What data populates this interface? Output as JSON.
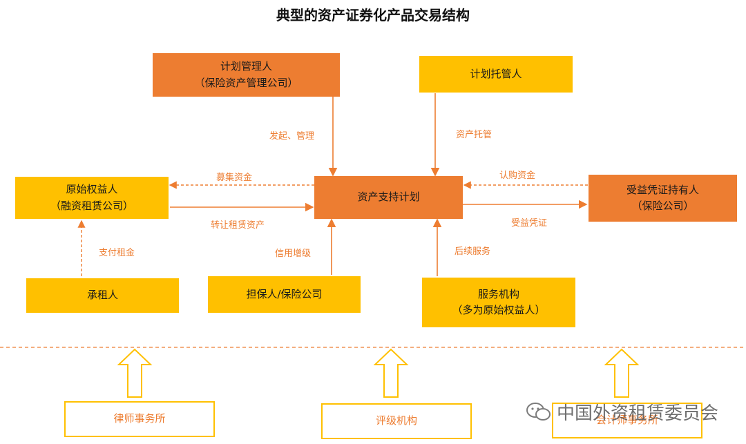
{
  "title": "典型的资产证券化产品交易结构",
  "boxes": {
    "plan_manager": {
      "line1": "计划管理人",
      "line2": "（保险资产管理公司）"
    },
    "plan_custodian": {
      "line1": "计划托管人"
    },
    "original_beneficiary": {
      "line1": "原始权益人",
      "line2": "（融资租赁公司）"
    },
    "asset_support_plan": {
      "line1": "资产支持计划"
    },
    "certificate_holder": {
      "line1": "受益凭证持有人",
      "line2": "（保险公司）"
    },
    "lessee": {
      "line1": "承租人"
    },
    "guarantor": {
      "line1": "担保人/保险公司"
    },
    "service_agency": {
      "line1": "服务机构",
      "line2": "（多为原始权益人）"
    },
    "law_firm": {
      "line1": "律师事务所"
    },
    "rating_agency": {
      "line1": "评级机构"
    },
    "accounting_firm": {
      "line1": "会计师事务所"
    }
  },
  "labels": {
    "initiate_manage": "发起、管理",
    "asset_custody": "资产托管",
    "raise_funds": "募集资金",
    "subscribe_funds": "认购资金",
    "transfer_assets": "转让租赁资产",
    "beneficiary_certificate": "受益凭证",
    "pay_rent": "支付租金",
    "credit_enhancement": "信用增级",
    "followup_service": "后续服务"
  },
  "watermark": "中国外资租赁委员会",
  "colors": {
    "orange": "#ed7d31",
    "yellow": "#ffc000",
    "dashed_line": "#ed7d31"
  },
  "icons": {
    "up_arrow": "hollow-up-arrow",
    "watermark": "wechat-icon"
  }
}
